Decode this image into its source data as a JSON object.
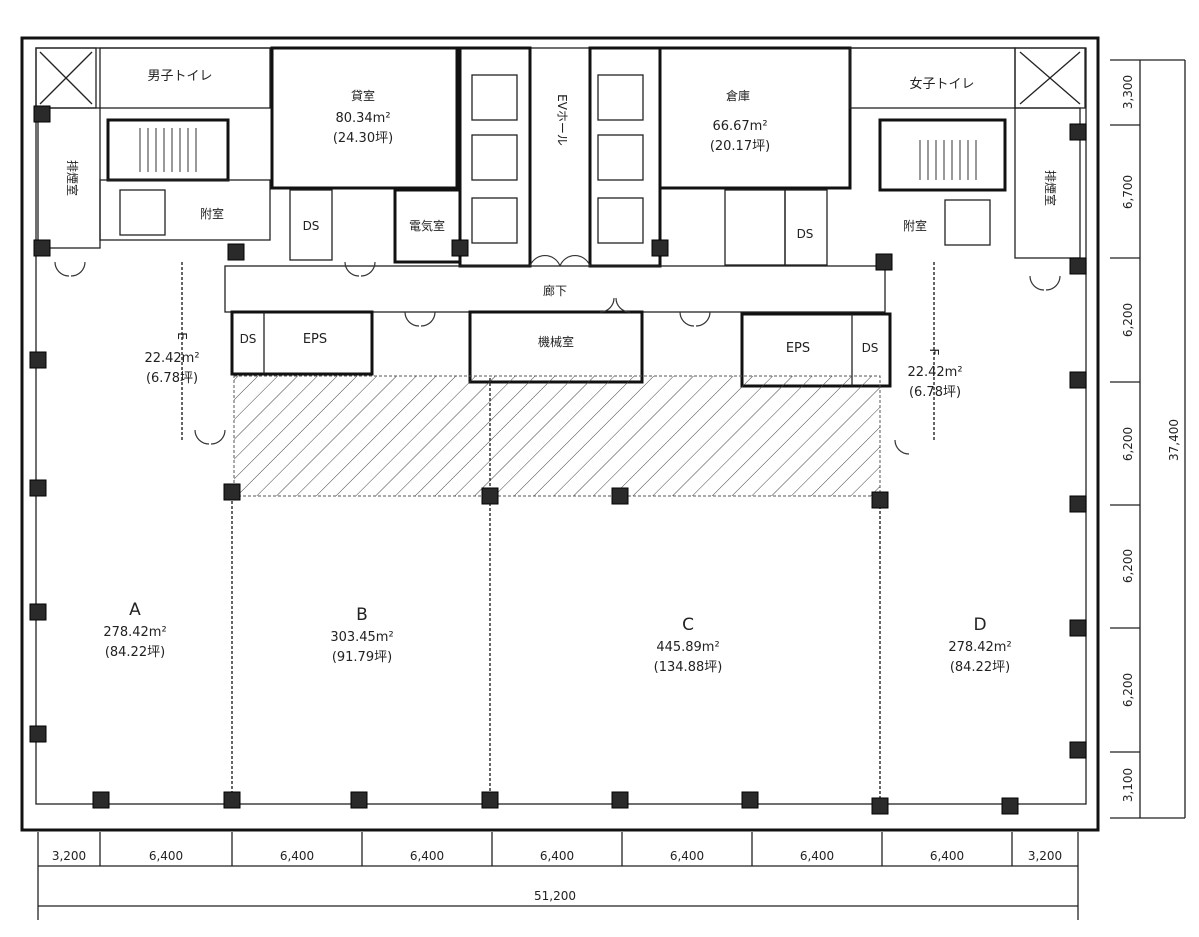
{
  "core": {
    "mens_toilet": "男子トイレ",
    "womens_toilet": "女子トイレ",
    "smoke_room_left": "排煙室",
    "smoke_room_right": "排煙室",
    "vestibule_left": "附室",
    "vestibule_right": "附室",
    "rental_room": {
      "name": "貸室",
      "area_m2": "80.34m²",
      "area_tsubo": "(24.30坪)"
    },
    "storage": {
      "name": "倉庫",
      "area_m2": "66.67m²",
      "area_tsubo": "(20.17坪)"
    },
    "electric_room": "電気室",
    "ev_hall": "EVホール",
    "ds": "DS",
    "eps": "EPS",
    "corridor": "廊下",
    "machine_room": "機械室"
  },
  "tenants": {
    "A": {
      "name": "A",
      "area_m2": "278.42m²",
      "area_tsubo": "(84.22坪)"
    },
    "B": {
      "name": "B",
      "area_m2": "303.45m²",
      "area_tsubo": "(91.79坪)"
    },
    "C": {
      "name": "C",
      "area_m2": "445.89m²",
      "area_tsubo": "(134.88坪)"
    },
    "D": {
      "name": "D",
      "area_m2": "278.42m²",
      "area_tsubo": "(84.22坪)"
    },
    "E": {
      "name": "E",
      "area_m2": "22.42m²",
      "area_tsubo": "(6.78坪)"
    },
    "F": {
      "name": "F",
      "area_m2": "22.42m²",
      "area_tsubo": "(6.78坪)"
    }
  },
  "dimensions": {
    "horizontal": [
      "3,200",
      "6,400",
      "6,400",
      "6,400",
      "6,400",
      "6,400",
      "6,400",
      "6,400",
      "3,200"
    ],
    "horizontal_total": "51,200",
    "vertical": [
      "3,300",
      "6,700",
      "6,200",
      "6,200",
      "6,200",
      "6,200",
      "3,100"
    ],
    "vertical_total": "37,400"
  }
}
